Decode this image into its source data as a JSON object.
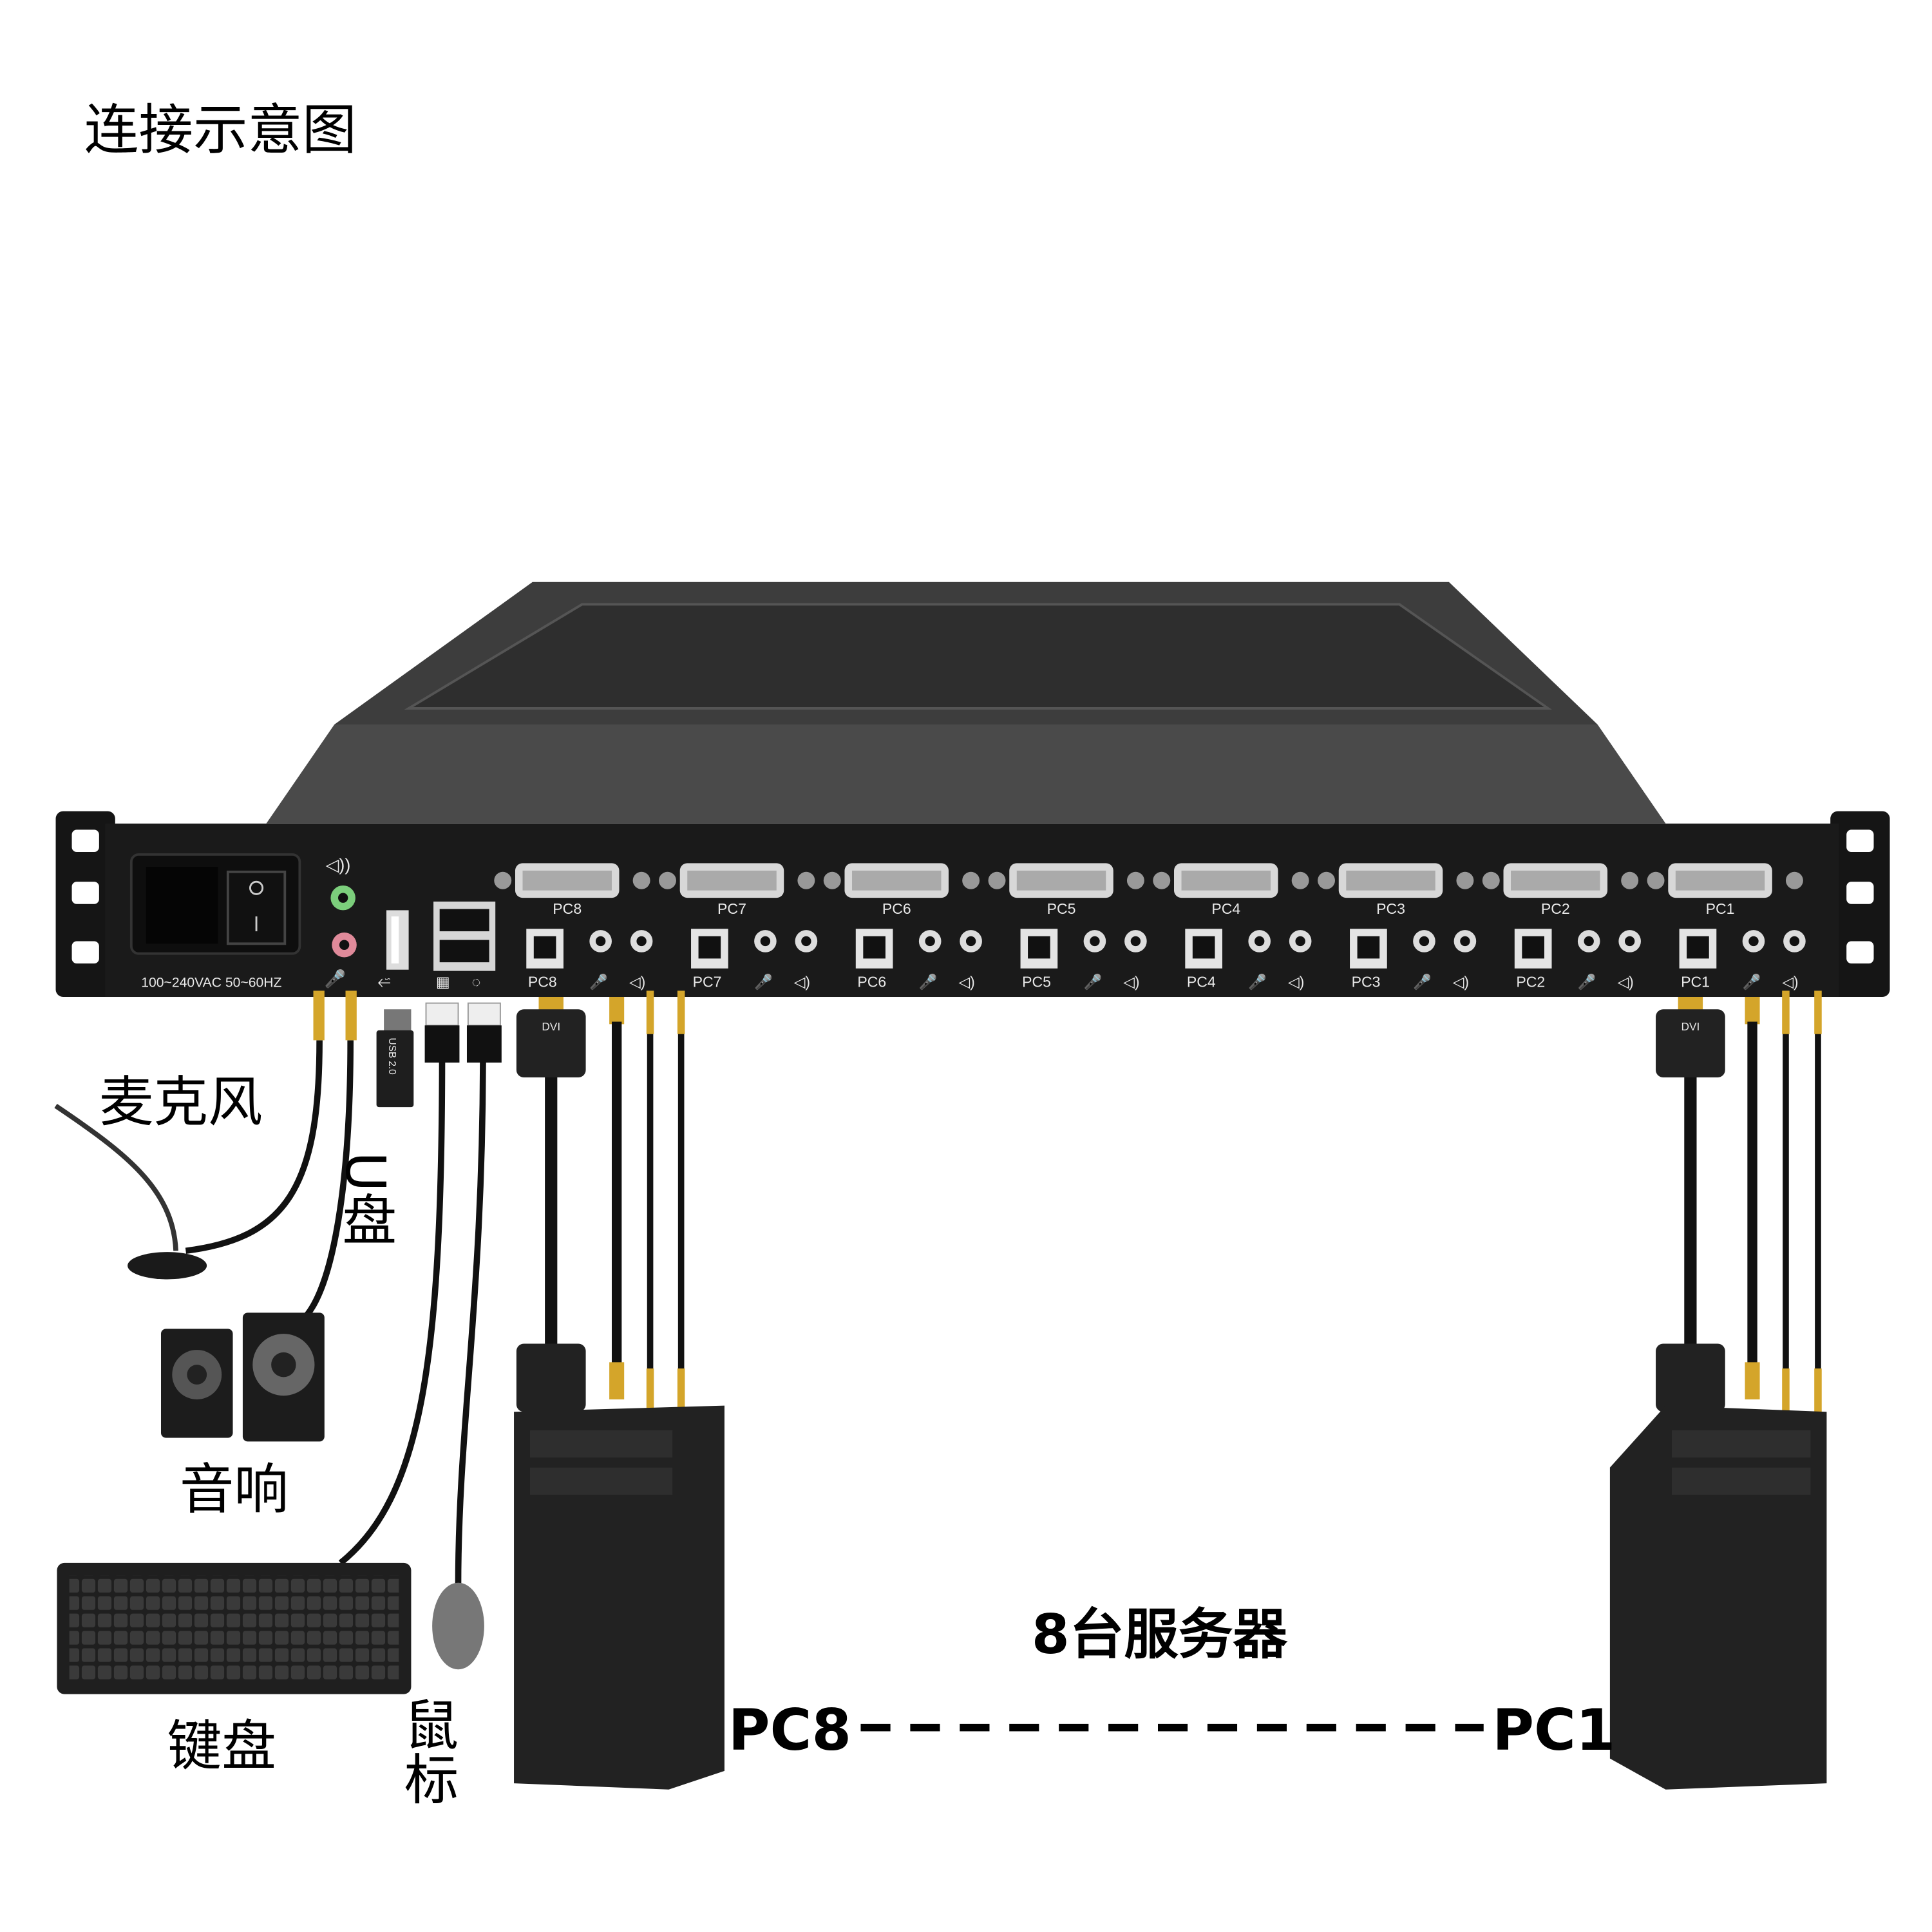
{
  "title": "连接示意图",
  "device": {
    "power_label": "100~240VAC 50~60HZ",
    "ports": [
      "PC8",
      "PC7",
      "PC6",
      "PC5",
      "PC4",
      "PC3",
      "PC2",
      "PC1"
    ],
    "colors": {
      "chassis": "#1a1a1a",
      "top": "#3a3a3a",
      "mic_jack": "#e08a9a",
      "speaker_jack": "#7ccf7c",
      "dvi": "#d8d8d8",
      "gold": "#d4a52a"
    }
  },
  "peripherals": {
    "microphone": "麦克风",
    "usb_drive": "U盘",
    "usb_drive_text": "USB 2.0",
    "speakers": "音响",
    "keyboard": "键盘",
    "mouse": "鼠标"
  },
  "servers": {
    "caption": "8台服务器",
    "left_label": "PC8",
    "right_label": "PC1",
    "connector_text": "DVI"
  }
}
